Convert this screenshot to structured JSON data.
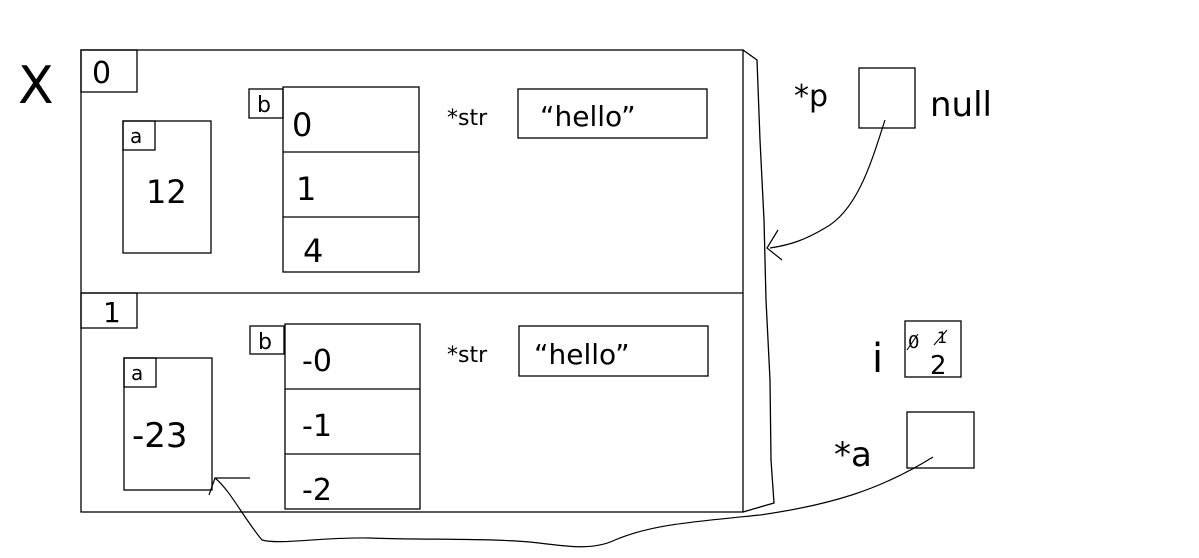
{
  "array_name": "X",
  "elements": [
    {
      "index": "0",
      "a_label": "a",
      "a_value": "12",
      "b_label": "b",
      "b_values": [
        "0",
        "1",
        "4"
      ],
      "str_label": "*str",
      "str_value": "“hello”"
    },
    {
      "index": "1",
      "a_label": "a",
      "a_value": "-23",
      "b_label": "b",
      "b_values": [
        "-0",
        "-1",
        "-2"
      ],
      "str_label": "*str",
      "str_value": "“hello”"
    }
  ],
  "pointer_p": {
    "label": "*p",
    "value": "null"
  },
  "var_i": {
    "label": "i",
    "old_value": "0",
    "mid_value": "1",
    "value": "2"
  },
  "pointer_a": {
    "label": "*a"
  }
}
